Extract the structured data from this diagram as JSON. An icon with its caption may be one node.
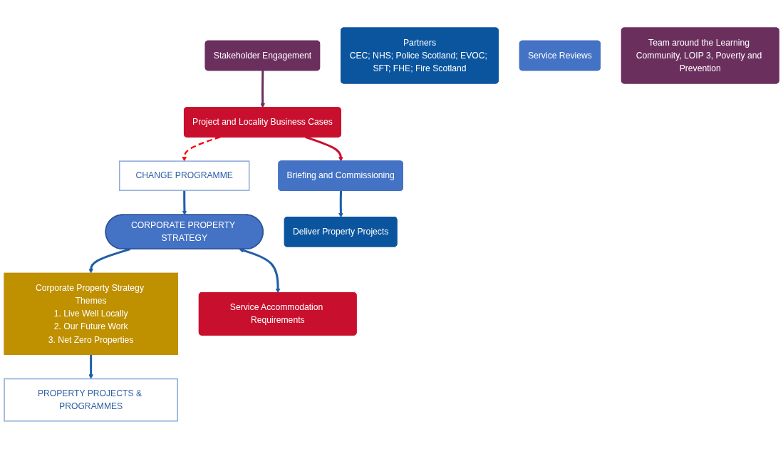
{
  "diagram": {
    "nodes": [
      {
        "text": [
          "CHANGE PROGRAMME"
        ]
      },
      {
        "text": [
          "CORPORATE PROPERTY STRATEGY"
        ]
      },
      {
        "text": [
          "Corporate Property Strategy Themes",
          "1. Live Well Locally",
          "2. Our Future Work",
          "3. Net Zero Properties"
        ]
      },
      {
        "text": [
          "PROPERTY PROJECTS & PROGRAMMES"
        ]
      },
      {
        "text": [
          "Stakeholder Engagement"
        ]
      },
      {
        "text": [
          "Project and Locality Business Cases"
        ]
      },
      {
        "text": [
          "Briefing and Commissioning"
        ]
      },
      {
        "text": [
          "Deliver Property Projects"
        ]
      },
      {
        "text": [
          "Partners",
          "CEC; NHS; Police Scotland; EVOC; SFT; FHE; Fire Scotland"
        ]
      },
      {
        "text": [
          "Service Reviews"
        ]
      },
      {
        "text": [
          "Service Accommodation Requirements"
        ]
      },
      {
        "text": [
          "Team around the Learning Community, LOIP 3, Poverty and Prevention"
        ]
      }
    ],
    "edges": [
      {
        "from": 0,
        "to": 1,
        "arrow": "to"
      },
      {
        "from": 1,
        "to": 10,
        "arrow": "both"
      },
      {
        "from": 1,
        "to": 2,
        "arrow": "to"
      },
      {
        "from": 2,
        "to": 3,
        "arrow": "to"
      },
      {
        "from": 4,
        "to": 5,
        "arrow": "to",
        "color": "#6b2f5e"
      },
      {
        "from": 5,
        "to": 6,
        "arrow": "to",
        "color": "#c8102e"
      },
      {
        "from": 6,
        "to": 7,
        "arrow": "to"
      },
      {
        "from": 5,
        "to": 0,
        "arrow": "to",
        "style": "dashed",
        "color": "#ff0000"
      }
    ]
  }
}
